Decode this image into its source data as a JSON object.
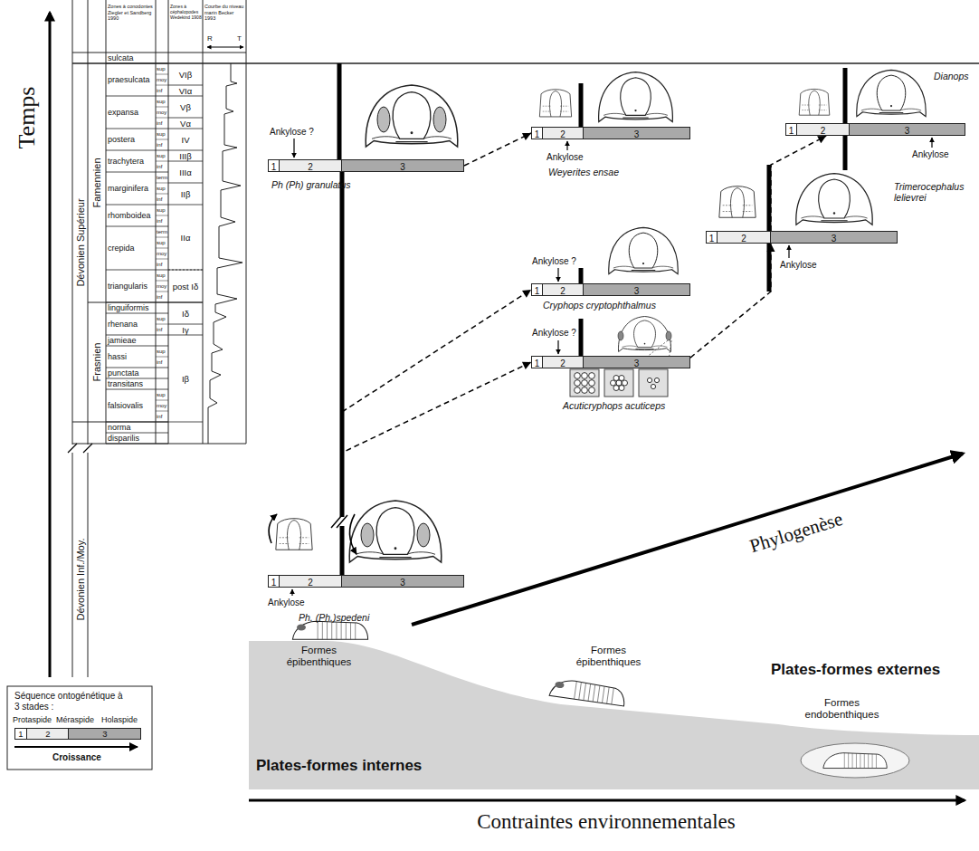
{
  "diagram": {
    "nodes": [
      {
        "text": [
          "Ph (Ph) granulatus"
        ]
      },
      {
        "text": [
          "1"
        ],
        "in": 0
      },
      {
        "text": [
          "2"
        ],
        "in": 0
      },
      {
        "text": [
          "3"
        ],
        "in": 0
      },
      {
        "text": [
          "Weyerites ensae"
        ]
      },
      {
        "text": [
          "1"
        ],
        "in": 4
      },
      {
        "text": [
          "2"
        ],
        "in": 4
      },
      {
        "text": [
          "3"
        ],
        "in": 4
      },
      {
        "text": [
          "Dianops"
        ]
      },
      {
        "text": [
          "1"
        ],
        "in": 8
      },
      {
        "text": [
          "2"
        ],
        "in": 8
      },
      {
        "text": [
          "3"
        ],
        "in": 8
      },
      {
        "text": [
          "Trimerocephalus lelievrei"
        ]
      },
      {
        "text": [
          "1"
        ],
        "in": 12
      },
      {
        "text": [
          "2"
        ],
        "in": 12
      },
      {
        "text": [
          "3"
        ],
        "in": 12
      },
      {
        "text": [
          "Cryphops cryptophthalmus"
        ]
      },
      {
        "text": [
          "1"
        ],
        "in": 16
      },
      {
        "text": [
          "2"
        ],
        "in": 16
      },
      {
        "text": [
          "3"
        ],
        "in": 16
      },
      {
        "text": [
          "Acuticryphops acuticeps"
        ]
      },
      {
        "text": [
          "1"
        ],
        "in": 20
      },
      {
        "text": [
          "2"
        ],
        "in": 20
      },
      {
        "text": [
          "3"
        ],
        "in": 20
      },
      {
        "text": [
          "Ph. (Ph.)spedeni"
        ]
      },
      {
        "text": [
          "1"
        ],
        "in": 24
      },
      {
        "text": [
          "2"
        ],
        "in": 24
      },
      {
        "text": [
          "3"
        ],
        "in": 24
      }
    ],
    "edges": [
      {
        "from": 24,
        "to": 0,
        "arrow": "none"
      },
      {
        "from": 24,
        "to": 20,
        "arrow": "to"
      },
      {
        "from": 24,
        "to": 16,
        "arrow": "to"
      },
      {
        "from": 0,
        "to": 4,
        "arrow": "to"
      },
      {
        "from": 20,
        "to": 12,
        "arrow": "to"
      },
      {
        "from": 12,
        "to": 8,
        "arrow": "to"
      }
    ],
    "labels": [
      "Zones à conodontes Ziegler et Sandberg 1990",
      "Zones à céphalopodes Wedekind 1908",
      "Courbe du niveau marin Becker 1993",
      "R",
      "T",
      "sulcata",
      "praesulcata",
      "sup",
      "moy",
      "inf",
      "expansa",
      "sup",
      "moy",
      "inf",
      "postera",
      "sup",
      "inf",
      "trachytera",
      "sup",
      "inf",
      "marginifera",
      "term",
      "sup",
      "inf",
      "rhomboidea",
      "sup",
      "inf",
      "crepida",
      "term",
      "sup",
      "moy",
      "inf",
      "triangularis",
      "sup",
      "moy",
      "inf",
      "linguiformis",
      "rhenana",
      "sup",
      "inf",
      "jamieae",
      "hassi",
      "sup",
      "inf",
      "punctata",
      "transitans",
      "falsiovalis",
      "sup",
      "moy",
      "inf",
      "norma",
      "disparilis",
      "VIβ",
      "VIα",
      "Vβ",
      "Vα",
      "IV",
      "IIIβ",
      "IIIα",
      "IIβ",
      "IIα",
      "post Iδ",
      "Iδ",
      "Iγ",
      "Iβ",
      "Famennien",
      "Frasnien",
      "Dévonien Supérieur",
      "Dévonien Inf./Moy.",
      "Temps",
      "Phylogenèse",
      "Ankylose ?",
      "Ankylose",
      "Ankylose",
      "Ankylose",
      "Ankylose ?",
      "Ankylose ?",
      "Ankylose",
      "Formes épibenthiques",
      "Formes épibenthiques",
      "Formes endobenthiques",
      "Plates-formes externes",
      "Plates-formes internes",
      "Contraintes environnementales",
      "Séquence ontogénétique à 3 stades :",
      "1",
      "2",
      "3",
      "Croissance"
    ],
    "legend": [
      {
        "text": "Protaspide",
        "color": "#ffffff"
      },
      {
        "text": "Méraspide",
        "color": "#ececec"
      },
      {
        "text": "Holaspide",
        "color": "#a9a9a9"
      }
    ]
  }
}
